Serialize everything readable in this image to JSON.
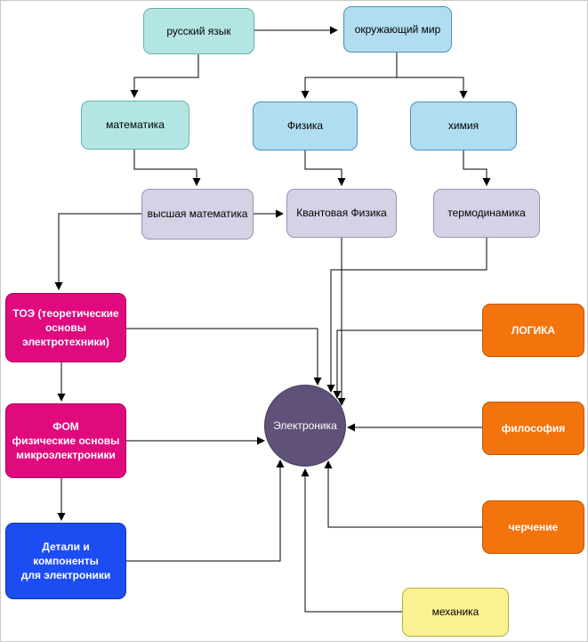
{
  "diagram": {
    "background": "#ffffff",
    "palette": {
      "teal_fill": "#b3e6e2",
      "teal_stroke": "#66b2ac",
      "blue_fill": "#b1ddf0",
      "blue_stroke": "#4a90b8",
      "lavender_fill": "#d4d2e4",
      "lavender_stroke": "#9793b8",
      "magenta_fill": "#e0097e",
      "magenta_stroke": "#ad0061",
      "orange_fill": "#f3730d",
      "orange_stroke": "#c05800",
      "royal_blue_fill": "#1c4df2",
      "royal_blue_stroke": "#1034ad",
      "yellow_fill": "#fbf293",
      "yellow_stroke": "#b8ae3e",
      "circle_fill": "#5f5178",
      "circle_stroke": "#443a58",
      "edge_color": "#000000"
    },
    "nodes": {
      "russian_language": {
        "label": "русский язык"
      },
      "world_around": {
        "label": "окружающий мир"
      },
      "mathematics": {
        "label": "математика"
      },
      "physics": {
        "label": "Физика"
      },
      "chemistry": {
        "label": "химия"
      },
      "higher_math": {
        "label": "высшая математика"
      },
      "quantum_physics": {
        "label": "Квантовая Физика"
      },
      "thermodynamics": {
        "label": "термодинамика"
      },
      "toe": {
        "label": "ТОЭ (теоретические\nосновы электротехники)"
      },
      "logic": {
        "label": "ЛОГИКА"
      },
      "electronics": {
        "label": "Электроника"
      },
      "philosophy": {
        "label": "философия"
      },
      "fom": {
        "label": "ФОМ\nфизические основы\nмикроэлектроники"
      },
      "drafting": {
        "label": "черчение"
      },
      "components": {
        "label": "Детали и компоненты\nдля электроники"
      },
      "mechanics": {
        "label": "механика"
      }
    },
    "edges": [
      {
        "from": "russian_language",
        "to": "world_around"
      },
      {
        "from": "russian_language",
        "to": "mathematics"
      },
      {
        "from": "world_around",
        "to": "physics"
      },
      {
        "from": "world_around",
        "to": "chemistry"
      },
      {
        "from": "mathematics",
        "to": "higher_math"
      },
      {
        "from": "physics",
        "to": "quantum_physics"
      },
      {
        "from": "chemistry",
        "to": "thermodynamics"
      },
      {
        "from": "higher_math",
        "to": "quantum_physics"
      },
      {
        "from": "higher_math",
        "to": "toe"
      },
      {
        "from": "quantum_physics",
        "to": "electronics"
      },
      {
        "from": "thermodynamics",
        "to": "electronics"
      },
      {
        "from": "toe",
        "to": "electronics"
      },
      {
        "from": "toe",
        "to": "fom"
      },
      {
        "from": "fom",
        "to": "electronics"
      },
      {
        "from": "fom",
        "to": "components"
      },
      {
        "from": "logic",
        "to": "electronics"
      },
      {
        "from": "philosophy",
        "to": "electronics"
      },
      {
        "from": "drafting",
        "to": "electronics"
      },
      {
        "from": "components",
        "to": "electronics"
      },
      {
        "from": "mechanics",
        "to": "electronics"
      }
    ]
  }
}
